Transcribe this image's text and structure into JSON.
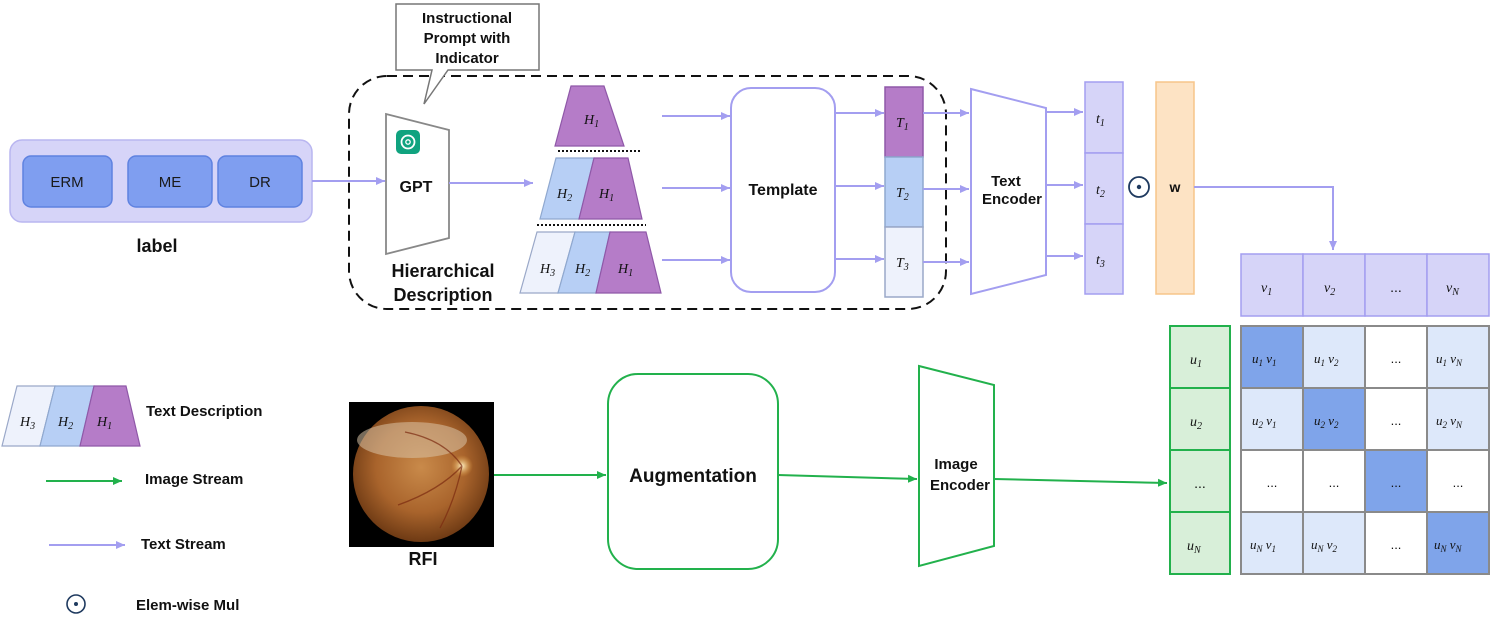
{
  "labels": {
    "items": [
      "ERM",
      "ME",
      "DR"
    ],
    "caption": "label"
  },
  "callout": {
    "line1": "Instructional",
    "line2": "Prompt with",
    "line3": "Indicator"
  },
  "gpt": {
    "label": "GPT"
  },
  "hierarchical": {
    "line1": "Hierarchical",
    "line2": "Description"
  },
  "h": {
    "h1": "H",
    "h2": "H",
    "h3": "H",
    "s1": "1",
    "s2": "2",
    "s3": "3"
  },
  "template": {
    "label": "Template"
  },
  "T": {
    "main": "T",
    "s1": "1",
    "s2": "2",
    "s3": "3"
  },
  "text_encoder": {
    "line1": "Text",
    "line2": "Encoder"
  },
  "t_vec": {
    "main": "t",
    "s1": "1",
    "s2": "2",
    "s3": "3"
  },
  "odot": "⊙",
  "w_label": "w",
  "v_row": [
    "v1",
    "v2",
    "...",
    "vN"
  ],
  "u_col": [
    "u1",
    "u2",
    "...",
    "uN"
  ],
  "matrix": {
    "dots": "..."
  },
  "legend": {
    "text_description": "Text Description",
    "image_stream": "Image Stream",
    "text_stream": "Text Stream",
    "elem_wise": "Elem-wise Mul"
  },
  "rfi": {
    "label": "RFI"
  },
  "augmentation": {
    "label": "Augmentation"
  },
  "image_encoder": {
    "line1": "Image",
    "line2": "Encoder"
  },
  "colors": {
    "text_stream": "#a39ef0",
    "image_stream": "#22b14c",
    "label_bg": "#d6d4f8",
    "label_item": "#7f9ef0",
    "h1": "#b57cc8",
    "h2": "#b7cff5",
    "h3": "#eef2fc",
    "w_bg": "#fde3c4",
    "w_border": "#f7c58a",
    "u_bg": "#d8efd9",
    "diag": "#7fa4ea",
    "offdiag": "#dde8fa"
  }
}
